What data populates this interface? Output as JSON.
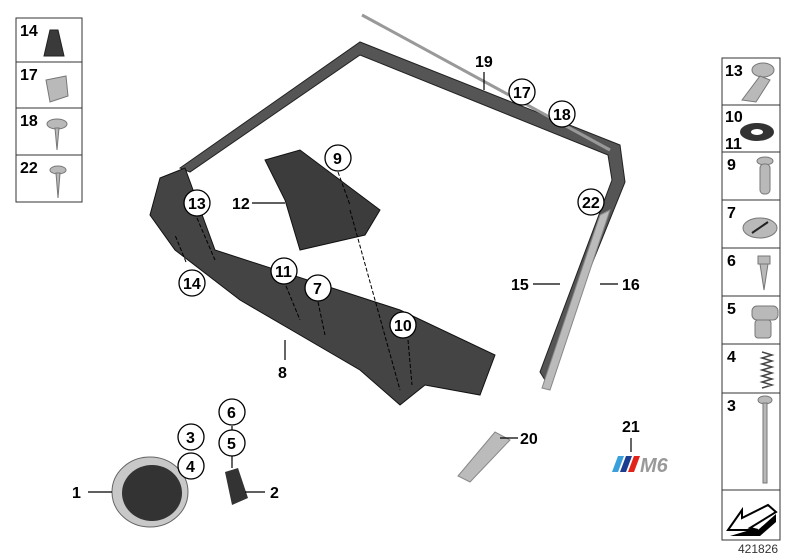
{
  "left_panel": [
    "14",
    "17",
    "18",
    "22"
  ],
  "right_panel": [
    {
      "labels": [
        "13"
      ]
    },
    {
      "labels": [
        "10",
        "11"
      ]
    },
    {
      "labels": [
        "9"
      ]
    },
    {
      "labels": [
        "7"
      ]
    },
    {
      "labels": [
        "6"
      ]
    },
    {
      "labels": [
        "5"
      ]
    },
    {
      "labels": [
        "4"
      ]
    },
    {
      "labels": [
        "3"
      ]
    }
  ],
  "callouts": {
    "c1": "1",
    "c2": "2",
    "c3": "3",
    "c4": "4",
    "c5": "5",
    "c6": "6",
    "c7": "7",
    "c8": "8",
    "c9": "9",
    "c10": "10",
    "c11": "11",
    "c12": "12",
    "c13": "13",
    "c14": "14",
    "c15": "15",
    "c16": "16",
    "c17": "17",
    "c18": "18",
    "c19": "19",
    "c20": "20",
    "c21": "21",
    "c22": "22"
  },
  "badge_text": "M6",
  "diagram_id": "421826",
  "colors": {
    "m_blue_light": "#3aa0dc",
    "m_blue_dark": "#1b3d8f",
    "m_red": "#e2231a"
  }
}
